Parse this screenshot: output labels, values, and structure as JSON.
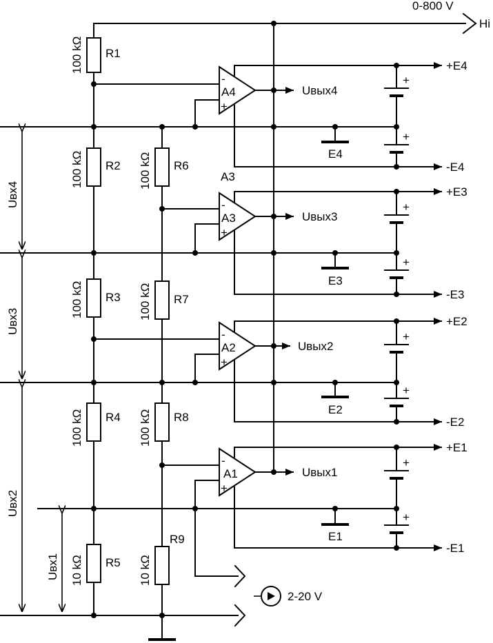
{
  "header": {
    "supply_label": "0-800 V",
    "terminal_label": "Hi"
  },
  "resistors": [
    {
      "id": "R1",
      "value": "100 kΩ"
    },
    {
      "id": "R2",
      "value": "100 kΩ"
    },
    {
      "id": "R3",
      "value": "100 kΩ"
    },
    {
      "id": "R4",
      "value": "100 kΩ"
    },
    {
      "id": "R5",
      "value": "10 kΩ"
    },
    {
      "id": "R6",
      "value": "100 kΩ"
    },
    {
      "id": "R7",
      "value": "100 kΩ"
    },
    {
      "id": "R8",
      "value": "100 kΩ"
    },
    {
      "id": "R9",
      "value": "10 kΩ"
    }
  ],
  "opamps": [
    {
      "id": "A4",
      "output": "Uвых4"
    },
    {
      "id": "A3",
      "output": "Uвых3"
    },
    {
      "id": "A2",
      "output": "Uвых2"
    },
    {
      "id": "A1",
      "output": "Uвых1"
    }
  ],
  "opamp_pins": {
    "minus": "-",
    "plus": "+"
  },
  "extra_label": "A3",
  "supplies": [
    {
      "ground": "E4",
      "pos": "+E4",
      "neg": "-E4"
    },
    {
      "ground": "E3",
      "pos": "+E3",
      "neg": "-E3"
    },
    {
      "ground": "E2",
      "pos": "+E2",
      "neg": "-E2"
    },
    {
      "ground": "E1",
      "pos": "+E1",
      "neg": "-E1"
    }
  ],
  "battery_plus": "+",
  "inputs": {
    "u4": "Uвх4",
    "u3": "Uвх3",
    "u2": "Uвх2",
    "u1": "Uвх1"
  },
  "source_label": "2-20 V"
}
